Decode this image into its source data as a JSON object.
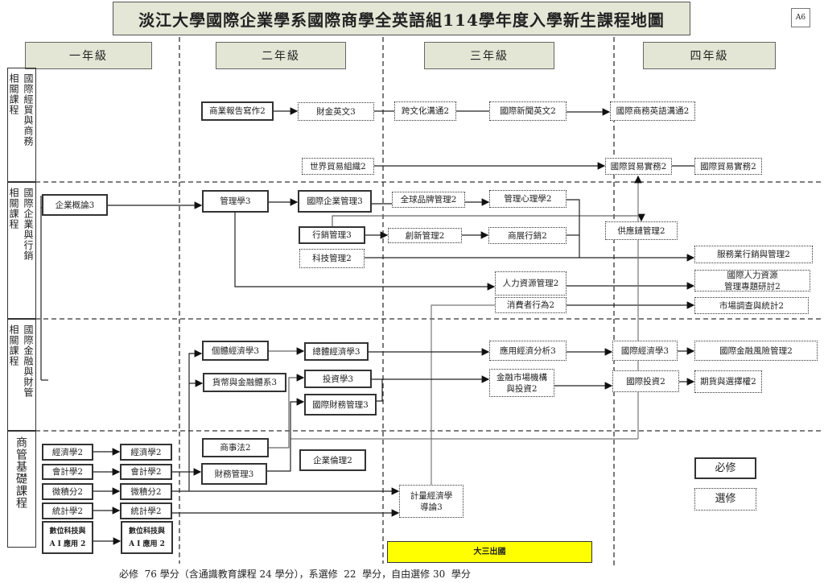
{
  "title": "淡江大學國際企業學系國際商學全英語組114學年度入學新生課程地圖",
  "page_code": "A6",
  "years": [
    "一年級",
    "二年級",
    "三年級",
    "四年級"
  ],
  "rows": [
    {
      "left": "相關課程",
      "right": "國際經貿與商務"
    },
    {
      "left": "相關課程",
      "right": "國際企業與行銷"
    },
    {
      "left": "相關課程",
      "right": "國際金融與財管"
    },
    {
      "left": "",
      "right": "商管基礎課程"
    }
  ],
  "courses": {
    "biz_report": "商業報告寫作2",
    "fin_english": "財金英文3",
    "cross_culture": "跨文化溝通2",
    "news_english": "國際新聞英文2",
    "ib_english": "國際商務英語溝通2",
    "wto": "世界貿易組織2",
    "trade_practice_a": "國際貿易實務2",
    "trade_practice_b": "國際貿易實務2",
    "intro_business": "企業概論3",
    "management": "管理學3",
    "ib_management": "國際企業管理3",
    "global_brand": "全球品牌管理2",
    "mgmt_psych": "管理心理學2",
    "marketing": "行銷管理3",
    "innovation": "創新管理2",
    "expo_marketing": "商展行銷2",
    "tech_mgmt": "科技管理2",
    "supply_chain": "供應鏈管理2",
    "service_marketing": "服務業行銷與管理2",
    "hr_mgmt": "人力資源管理2",
    "intl_hr_line1": "國際人力資源",
    "intl_hr_line2": "管理專題研討2",
    "consumer": "消費者行為2",
    "market_research": "市場調查與統計2",
    "micro": "個體經濟學3",
    "macro": "總體經濟學3",
    "money_banking": "貨幣與金融體系3",
    "investments": "投資學3",
    "intl_fin_mgmt": "國際財務管理3",
    "applied_econ": "應用經濟分析3",
    "fin_markets_line1": "金融市場機構",
    "fin_markets_line2": "與投資2",
    "intl_econ": "國際經濟學3",
    "intl_fin_risk": "國際金融風險管理2",
    "intl_invest": "國際投資2",
    "futures": "期貨與選擇權2",
    "biz_law": "商事法2",
    "ethics": "企業倫理2",
    "fin_mgmt": "財務管理3",
    "econ": "經濟學2",
    "acct": "會計學2",
    "calc": "微積分2",
    "stat": "統計學2",
    "digital_line1": "數位科技與",
    "digital_line2": "A I 應用 2",
    "econometrics_line1": "計量經濟學",
    "econometrics_line2": "導論3"
  },
  "study_abroad": "大三出國",
  "legend": {
    "required": "必修",
    "elective": "選修"
  },
  "footer": "必修  76 學分（含通識教育課程 24 學分），系選修  22  學分，自由選修 30  學分"
}
